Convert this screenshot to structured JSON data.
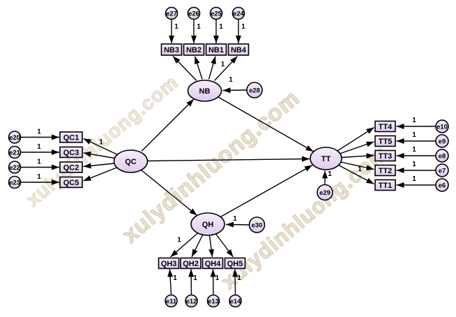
{
  "watermark": {
    "text": "xulydinhluong.com"
  },
  "coef": {
    "fixed": "1"
  },
  "latent": {
    "nb": "NB",
    "qc": "QC",
    "tt": "TT",
    "qh": "QH"
  },
  "indicators": {
    "nb": [
      "NB3",
      "NB2",
      "NB1",
      "NB4"
    ],
    "qc": [
      "QC1",
      "QC3",
      "QC2",
      "QC5"
    ],
    "tt": [
      "TT4",
      "TT5",
      "TT3",
      "TT2",
      "TT1"
    ],
    "qh": [
      "QH3",
      "QH2",
      "QH4",
      "QH5"
    ]
  },
  "errors": {
    "nb_ind": [
      "e27",
      "e26",
      "e25",
      "e24"
    ],
    "qc_ind": [
      "e20",
      "e21",
      "e22",
      "e23"
    ],
    "tt_ind": [
      "e10",
      "e9",
      "e8",
      "e7",
      "e6"
    ],
    "qh_ind": [
      "e11",
      "e12",
      "e13",
      "e14"
    ],
    "nb": "e28",
    "tt": "e29",
    "qh": "e30"
  },
  "colors": {
    "node_fill_light": "#f5eefa",
    "node_fill_dark": "#e0cbee",
    "node_border": "#000000",
    "line": "#000000",
    "watermark": "#c9b7a0"
  }
}
